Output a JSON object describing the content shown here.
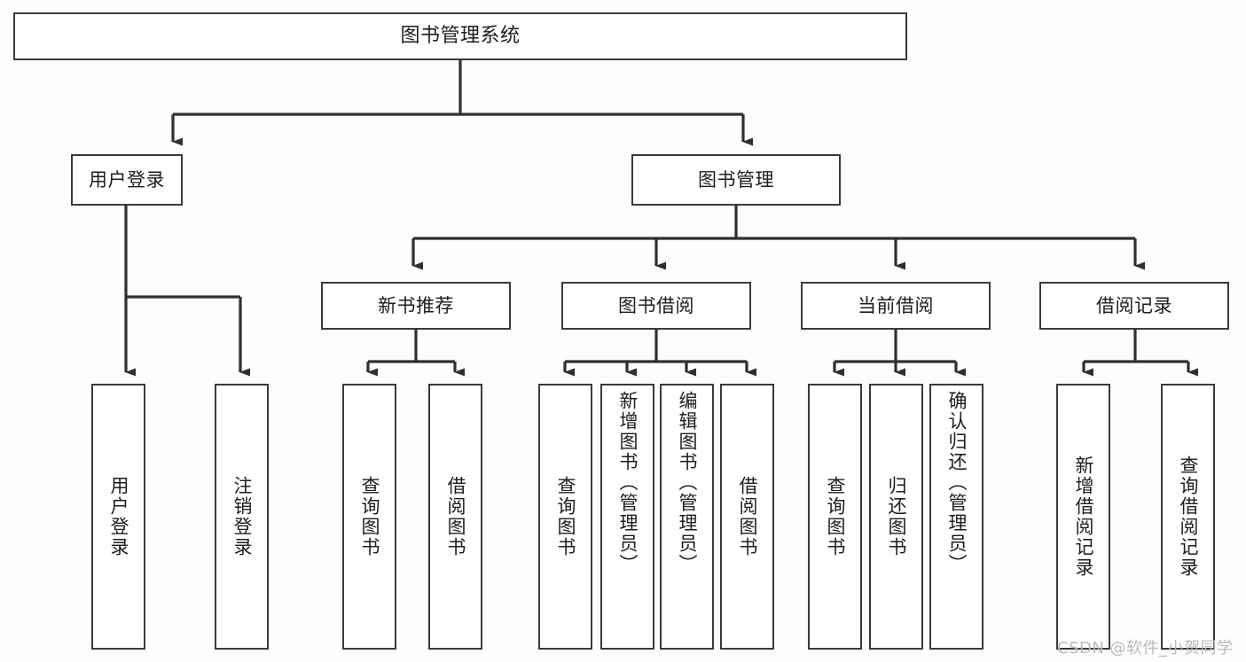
{
  "diagram": {
    "type": "tree-hierarchy",
    "title": "图书管理系统",
    "colors": {
      "background": "#fdfdfd",
      "node_fill": "#ffffff",
      "node_border": "#3a3a3a",
      "text": "#1d1d1d",
      "watermark": "#b9b9b9"
    },
    "nodes": {
      "root": {
        "label": "图书管理系统"
      },
      "level2": [
        {
          "id": "user-login",
          "label": "用户登录"
        },
        {
          "id": "book-manage",
          "label": "图书管理"
        }
      ],
      "level3": [
        {
          "id": "new-book-recommend",
          "label": "新书推荐"
        },
        {
          "id": "book-borrow",
          "label": "图书借阅"
        },
        {
          "id": "current-borrow",
          "label": "当前借阅"
        },
        {
          "id": "borrow-record",
          "label": "借阅记录"
        }
      ],
      "leaves": [
        {
          "id": "leaf-user-login",
          "label": "用户登录",
          "parent": "user-login"
        },
        {
          "id": "leaf-logout-login",
          "label": "注销登录",
          "parent": "user-login"
        },
        {
          "id": "leaf-query-book-1",
          "label": "查询图书",
          "parent": "new-book-recommend"
        },
        {
          "id": "leaf-borrow-book-1",
          "label": "借阅图书",
          "parent": "new-book-recommend"
        },
        {
          "id": "leaf-query-book-2",
          "label": "查询图书",
          "parent": "book-borrow"
        },
        {
          "id": "leaf-add-book",
          "label": "新增图书（管理员）",
          "parent": "book-borrow"
        },
        {
          "id": "leaf-edit-book",
          "label": "编辑图书（管理员）",
          "parent": "book-borrow"
        },
        {
          "id": "leaf-borrow-book-2",
          "label": "借阅图书",
          "parent": "book-borrow"
        },
        {
          "id": "leaf-query-book-3",
          "label": "查询图书",
          "parent": "current-borrow"
        },
        {
          "id": "leaf-return-book",
          "label": "归还图书",
          "parent": "current-borrow"
        },
        {
          "id": "leaf-confirm-return",
          "label": "确认归还（管理员）",
          "parent": "current-borrow"
        },
        {
          "id": "leaf-add-record",
          "label": "新增借阅记录",
          "parent": "borrow-record"
        },
        {
          "id": "leaf-query-record",
          "label": "查询借阅记录",
          "parent": "borrow-record"
        }
      ]
    },
    "watermark": "CSDN @软件_小贺同学"
  }
}
